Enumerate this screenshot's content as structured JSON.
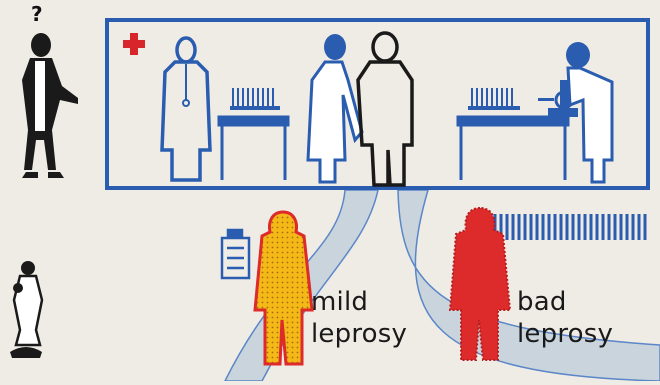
{
  "question_mark": "?",
  "labels": {
    "mild": [
      "mild",
      "leprosy"
    ],
    "bad": [
      "bad",
      "leprosy"
    ]
  },
  "icons": {
    "clinic_cross": "red-cross-icon",
    "pill_bottle": "medicine-bottle-icon",
    "microscope": "microscope-icon"
  },
  "colors": {
    "background": "#efece6",
    "clinic_outline": "#2a5db0",
    "road": "#c9d4dc",
    "mild_fill": "#f5b917",
    "bad_fill": "#dd2a2a",
    "cross": "#d8252b"
  }
}
